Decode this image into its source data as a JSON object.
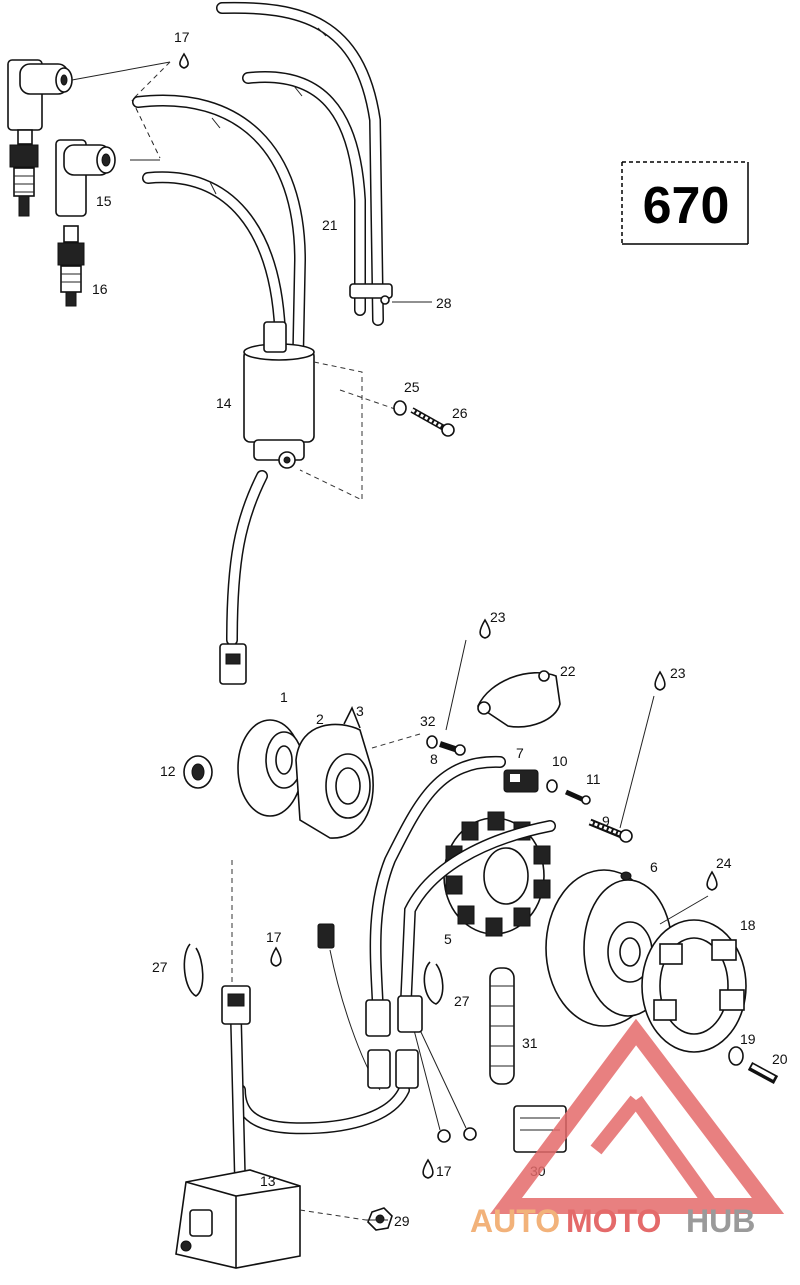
{
  "diagram": {
    "page_number": "670",
    "callouts": {
      "c1": "1",
      "c2": "2",
      "c3": "3",
      "c5": "5",
      "c6": "6",
      "c7": "7",
      "c8": "8",
      "c9": "9",
      "c10": "10",
      "c11": "11",
      "c12": "12",
      "c13": "13",
      "c14": "14",
      "c15": "15",
      "c16": "16",
      "c17a": "17",
      "c17b": "17",
      "c17c": "17",
      "c18": "18",
      "c19": "19",
      "c20": "20",
      "c21": "21",
      "c22": "22",
      "c23a": "23",
      "c23b": "23",
      "c24": "24",
      "c25": "25",
      "c26": "26",
      "c27a": "27",
      "c27b": "27",
      "c28": "28",
      "c29": "29",
      "c30": "30",
      "c31": "31",
      "c32": "32"
    }
  },
  "watermark": {
    "part1": "AUTO",
    "part2": "MOTO",
    "part3": "HUB",
    "color_orange": "#f2b27a",
    "color_red": "#e46a6a",
    "color_gray": "#9a9a9a"
  }
}
